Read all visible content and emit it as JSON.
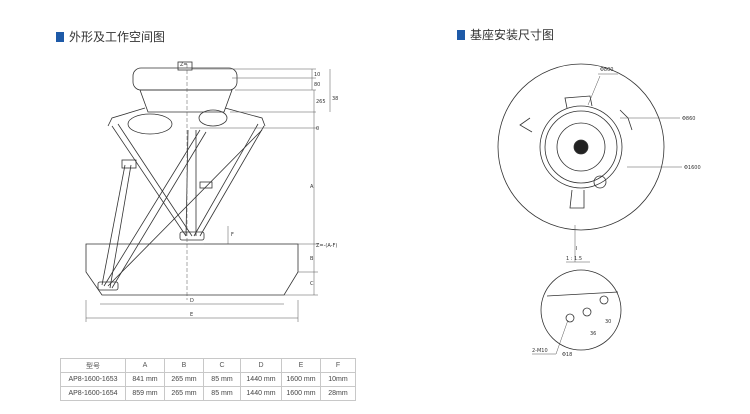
{
  "left_title": "外形及工作空间图",
  "right_title": "基座安装尺寸图",
  "accent_color": "#1e5aa8",
  "robot_drawing": {
    "labels": {
      "z_top": "Z=",
      "dim_top1": "10",
      "dim_top2": "80",
      "dim_side": "265",
      "dim_right": "38",
      "zero": "0",
      "dim_a": "A",
      "zx": "Z=-(A-F)",
      "dim_b": "B",
      "dim_c": "C",
      "dim_d": "D",
      "dim_e": "E",
      "small_f": "F"
    }
  },
  "base_drawing": {
    "labels": {
      "d800": "Φ800",
      "d860": "Φ860",
      "d1600": "Φ1600",
      "detail_mark": "I",
      "scale": "1 : 1.5",
      "m10": "2-M10",
      "d18": "Φ18",
      "d36": "36",
      "d30": "30"
    }
  },
  "spec_table": {
    "headers": [
      "型号",
      "A",
      "B",
      "C",
      "D",
      "E",
      "F"
    ],
    "rows": [
      [
        "AP8-1600-1653",
        "841 mm",
        "265 mm",
        "85 mm",
        "1440 mm",
        "1600 mm",
        "10mm"
      ],
      [
        "AP8-1600-1654",
        "859 mm",
        "265 mm",
        "85 mm",
        "1440 mm",
        "1600 mm",
        "28mm"
      ]
    ]
  }
}
